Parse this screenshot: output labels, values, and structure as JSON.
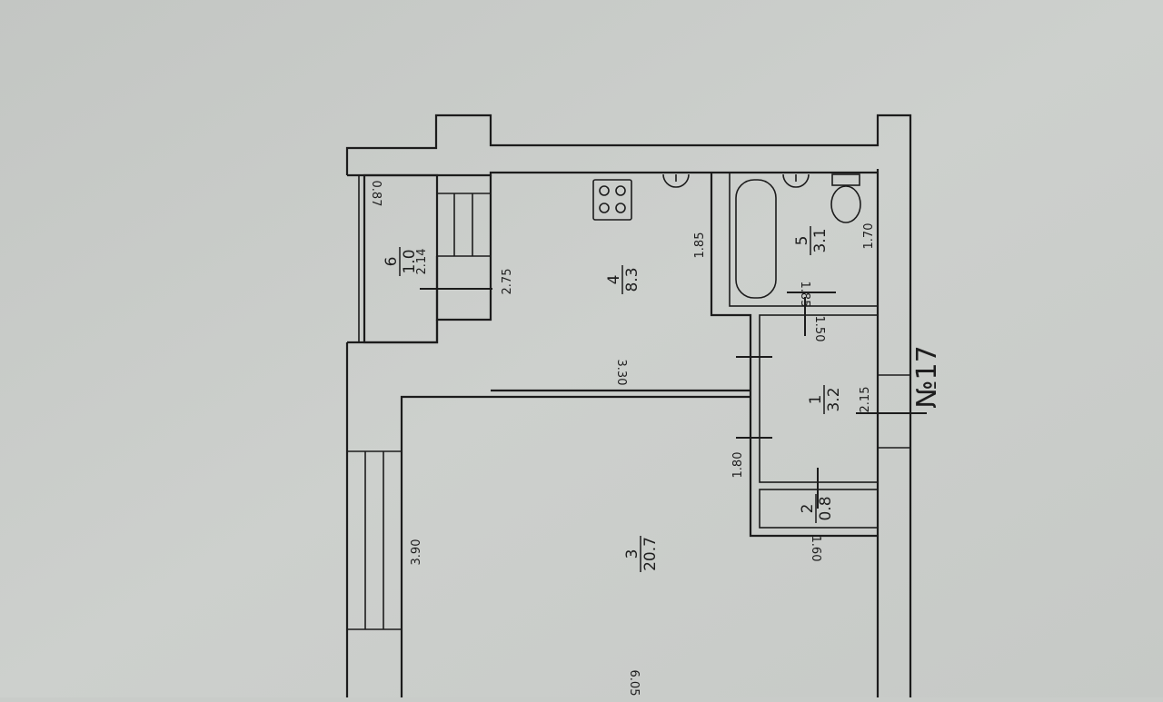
{
  "apartment_label": "№17",
  "rooms": [
    {
      "num": "1",
      "area": "3.2"
    },
    {
      "num": "2",
      "area": "0.8"
    },
    {
      "num": "3",
      "area": "20.7"
    },
    {
      "num": "4",
      "area": "8.3"
    },
    {
      "num": "5",
      "area": "3.1"
    },
    {
      "num": "6",
      "area": "1.0"
    }
  ],
  "dimensions": {
    "balcony_width": "0.87",
    "balcony_length": "2.14",
    "kitchen_width": "2.75",
    "kitchen_length": "3.30",
    "kitchen_bath_wall": "1.85",
    "bath_length": "1.85",
    "bath_width": "1.70",
    "hall_length": "1.50",
    "hall_width": "2.15",
    "hall_side": "1.80",
    "closet_length": "1.60",
    "living_width": "3.90",
    "living_length": "6.05"
  },
  "icons": [
    "stove-icon",
    "bathtub-icon",
    "toilet-icon",
    "sink-icon"
  ],
  "colors": {
    "paper": "#c9ccc9",
    "ink": "#1c1c1c"
  }
}
